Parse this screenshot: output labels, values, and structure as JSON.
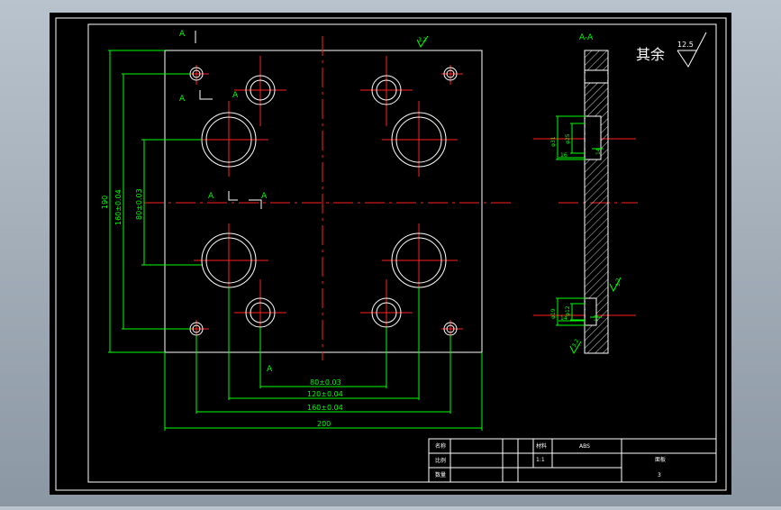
{
  "drawing": {
    "section_label_top": "A",
    "section_label_mid_left": "A",
    "section_label_mid_right": "A",
    "section_label_center_left": "A",
    "section_label_center_right": "A",
    "section_label_bottom": "A",
    "section_view_title": "A-A",
    "roughness_note_text": "其余",
    "roughness_note_value": "12.5",
    "roughness_plate_top": "3.2",
    "roughness_side_right": "3.2",
    "roughness_side_bottom": "3.2"
  },
  "dimensions": {
    "overall_height": "190",
    "outer_hole_v": "160±0.04",
    "inner_hole_v": "80±0.03",
    "inner_hole_h": "80±0.03",
    "mid_hole_h": "120±0.04",
    "outer_hole_h": "160±0.04",
    "overall_width": "200",
    "section_big_dia_outer": "φ31",
    "section_big_dia_inner": "φ25",
    "section_big_depth_a": "16",
    "section_big_depth_b": "14",
    "section_small_dia_outer": "φ19",
    "section_small_dia_inner": "φ12",
    "section_small_depth_a": "14",
    "section_small_depth_b": "13"
  },
  "title_block": {
    "label_name": "名称",
    "label_scale": "比例",
    "label_count": "数量",
    "label_material": "材料",
    "material_value": "ABS",
    "part_name": "面板",
    "sheet_number": "3",
    "scale_value": "1:1"
  }
}
